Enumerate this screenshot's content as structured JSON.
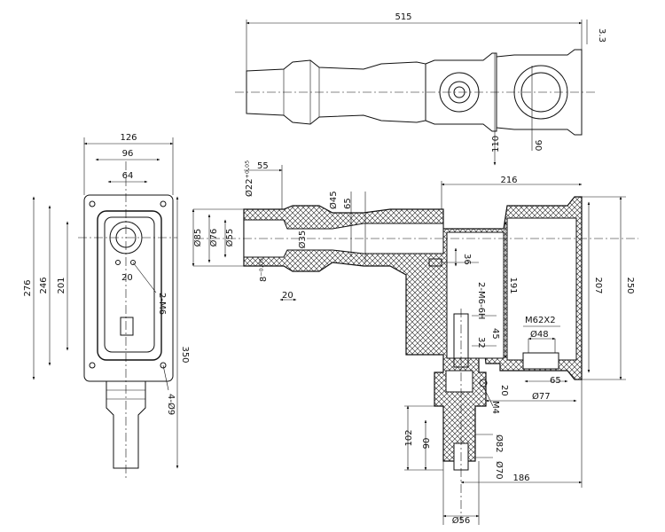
{
  "top_view": {
    "dims": {
      "length": "515",
      "flange": "3.3",
      "height": "110",
      "port": "90"
    }
  },
  "left_view": {
    "dims": {
      "w126": "126",
      "w96": "96",
      "w64": "64",
      "h276": "276",
      "h246": "246",
      "h201": "201",
      "h350": "350",
      "d20": "20",
      "m6": "2-M6",
      "holes": "4-Ø9"
    }
  },
  "section_view": {
    "dims": {
      "d55_top": "55",
      "d22": "Ø22⁺⁰·⁰⁵",
      "d45": "Ø45",
      "d65": "65",
      "d216": "216",
      "d85": "Ø85",
      "d76": "Ø76",
      "d55": "Ø55",
      "d35": "Ø35",
      "d8": "8⁻⁰·⁰⁵",
      "d20a": "20",
      "d36": "36",
      "m6h": "2-M6-6H",
      "d191": "191",
      "d207": "207",
      "d250": "250",
      "m62": "M62X2",
      "d48": "Ø48",
      "d32": "32",
      "d45b": "45",
      "d20b": "20",
      "d77": "Ø77",
      "m4": "M4",
      "d102": "102",
      "d90": "90",
      "d82": "Ø82",
      "d70": "Ø70",
      "d186": "186",
      "d56": "Ø56"
    }
  }
}
